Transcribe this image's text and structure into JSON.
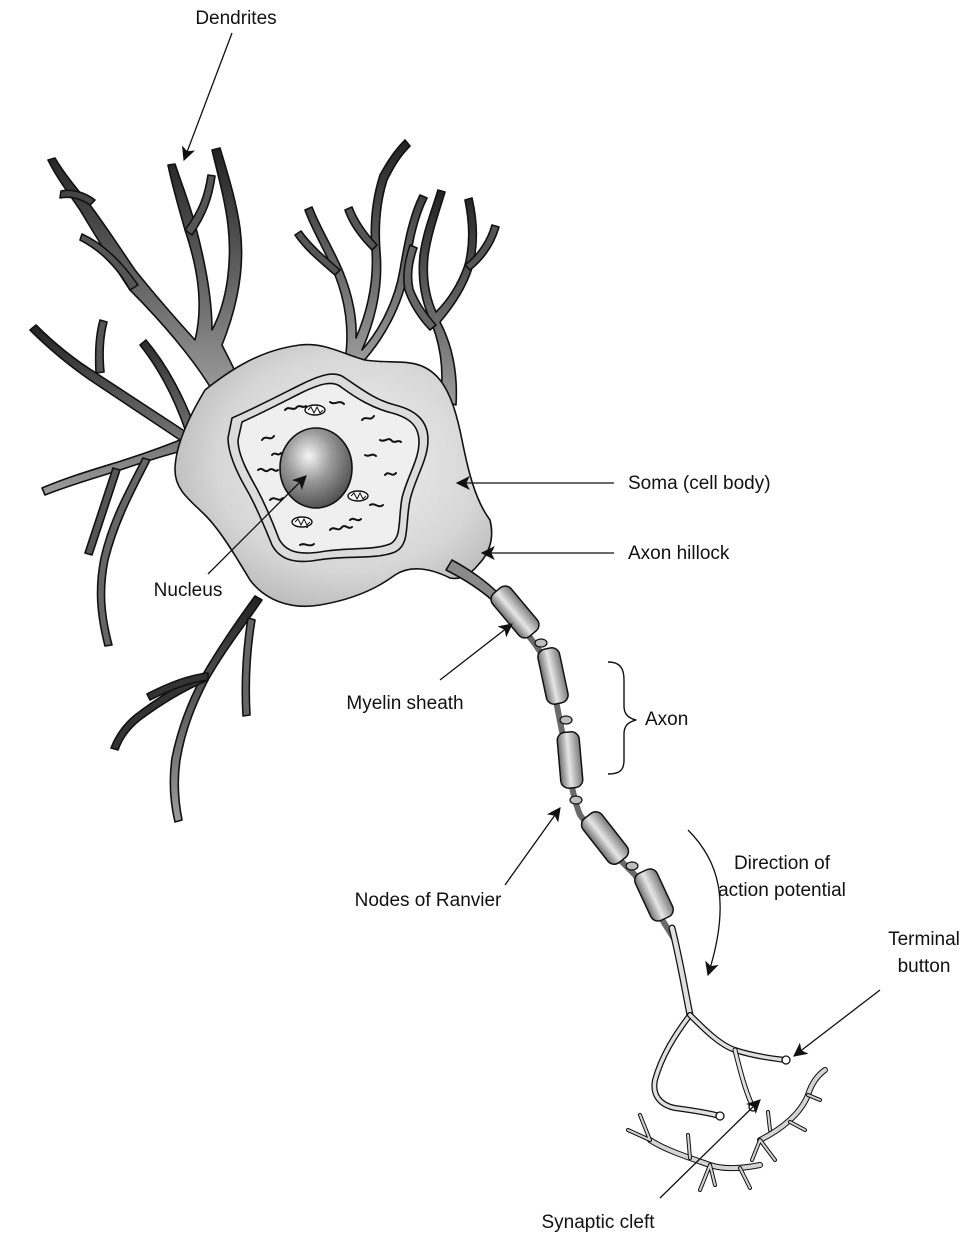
{
  "labels": {
    "dendrites": "Dendrites",
    "soma": "Soma (cell body)",
    "axon_hillock": "Axon hillock",
    "nucleus": "Nucleus",
    "myelin_sheath": "Myelin sheath",
    "axon": "Axon",
    "nodes_of_ranvier": "Nodes of Ranvier",
    "direction_line1": "Direction of",
    "direction_line2": "action potential",
    "terminal_line1": "Terminal",
    "terminal_line2": "button",
    "synaptic_cleft": "Synaptic cleft"
  }
}
